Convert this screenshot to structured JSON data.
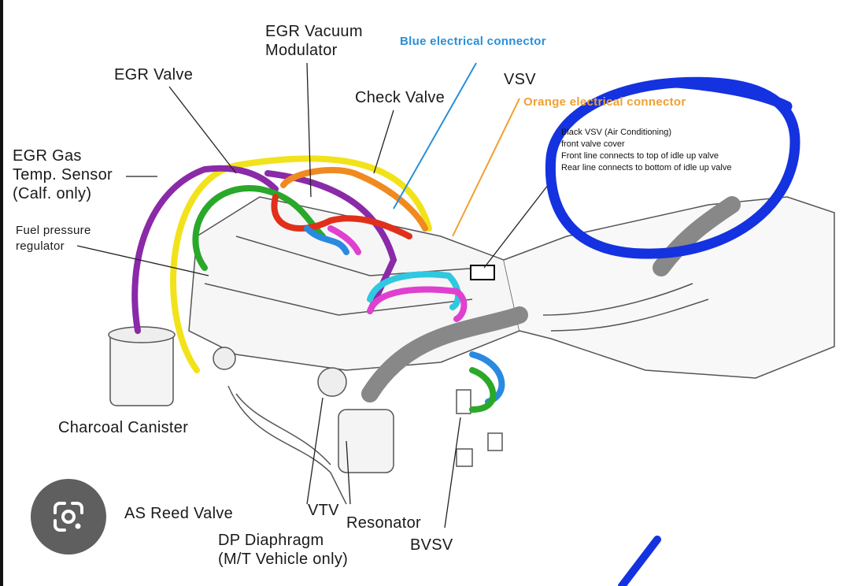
{
  "labels": {
    "egr_vacuum_modulator": [
      "EGR Vacuum",
      "Modulator"
    ],
    "egr_valve": "EGR Valve",
    "check_valve": "Check Valve",
    "vsv": "VSV",
    "egr_gas_temp_sensor": [
      "EGR Gas",
      "Temp. Sensor",
      "(Calf. only)"
    ],
    "fuel_pressure_regulator": [
      "Fuel pressure",
      "regulator"
    ],
    "charcoal_canister": "Charcoal Canister",
    "as_reed_valve": "AS Reed Valve",
    "vtv": "VTV",
    "resonator": "Resonator",
    "dp_diaphragm": [
      "DP Diaphragm",
      "(M/T Vehicle only)"
    ],
    "bvsv": "BVSV"
  },
  "annotations": {
    "blue_connector": "Blue electrical connector",
    "orange_connector": "Orange electrical connector",
    "note_lines": [
      "Black VSV (Air Conditioning)",
      "front valve cover",
      "Front line connects to top of idle up valve",
      "Rear line connects to bottom of idle up valve"
    ]
  },
  "colors": {
    "annotation_circle": "#1432e0",
    "blue_label": "#2a8fd8",
    "orange_label": "#f0a030",
    "hose_yellow": "#f2e21a",
    "hose_purple": "#8a2aa8",
    "hose_green": "#2aa82a",
    "hose_orange": "#f08a20",
    "hose_red": "#e0301a",
    "hose_blue": "#2a8ae0",
    "hose_pink": "#e040d0",
    "hose_cyan": "#30c8e0"
  },
  "lens_button": {
    "icon": "google-lens-icon"
  }
}
